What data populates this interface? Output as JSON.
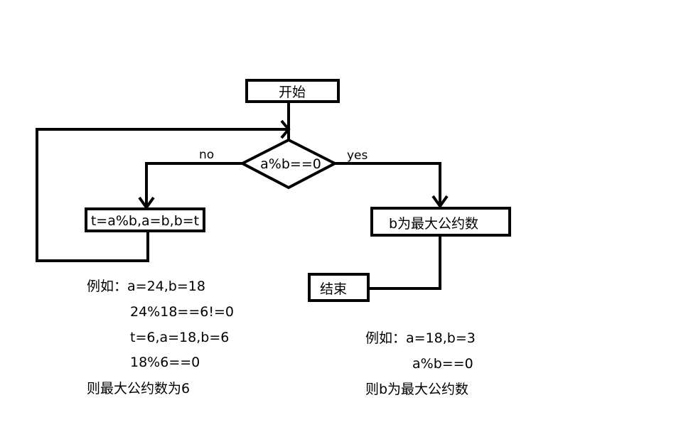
{
  "nodes": {
    "start": "开始",
    "condition": "a%b==0",
    "swap": "t=a%b,a=b,b=t",
    "result": "b为最大公约数",
    "end": "结束"
  },
  "edges": {
    "no": "no",
    "yes": "yes"
  },
  "note_left": [
    "例如：a=24,b=18",
    "24%18==6!=0",
    "t=6,a=18,b=6",
    "18%6==0",
    "则最大公约数为6"
  ],
  "note_right": [
    "例如：a=18,b=3",
    "a%b==0",
    "则b为最大公约数"
  ],
  "colors": {
    "stroke": "#000000",
    "background": "#ffffff"
  }
}
